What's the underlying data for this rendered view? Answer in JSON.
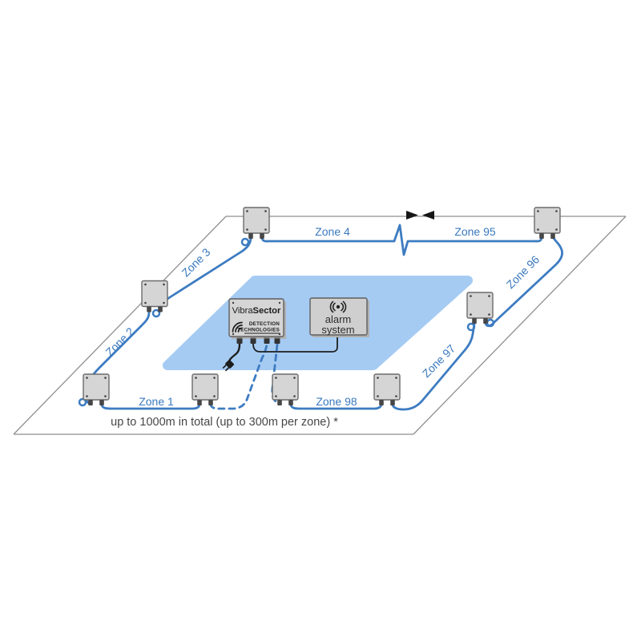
{
  "title": "perimeter-detection-system-diagram",
  "zones": {
    "z1": "Zone 1",
    "z2": "Zone 2",
    "z3": "Zone 3",
    "z4": "Zone 4",
    "z95": "Zone 95",
    "z96": "Zone 96",
    "z97": "Zone 97",
    "z98": "Zone 98"
  },
  "caption": "up to 1000m in total (up to 300m per zone) *",
  "controller": {
    "name_regular": "Vibra",
    "name_bold": "Sector",
    "logo_top": "DETECTION",
    "logo_bottom": "TECHNOLOGIES"
  },
  "alarm": {
    "line1": "alarm",
    "line2": "system"
  },
  "icons": {
    "alarm_speaker": "speaker-emitting-waves",
    "power_plug": "two-prong-power-plug",
    "cable_break": "zigzag-continuation-break",
    "fence_arrows": "opposing-direction-arrows",
    "logo_mark": "signal-arcs",
    "junction_box": "sensor-junction-box"
  },
  "colors": {
    "cable": "#3d7cc1",
    "area": "#a5cbf3",
    "zone_label": "#3979bd",
    "fence": "#8f8f8f",
    "text": "#474747",
    "box_fill": "#d5d5d5",
    "box_border": "#6b6b6b"
  }
}
